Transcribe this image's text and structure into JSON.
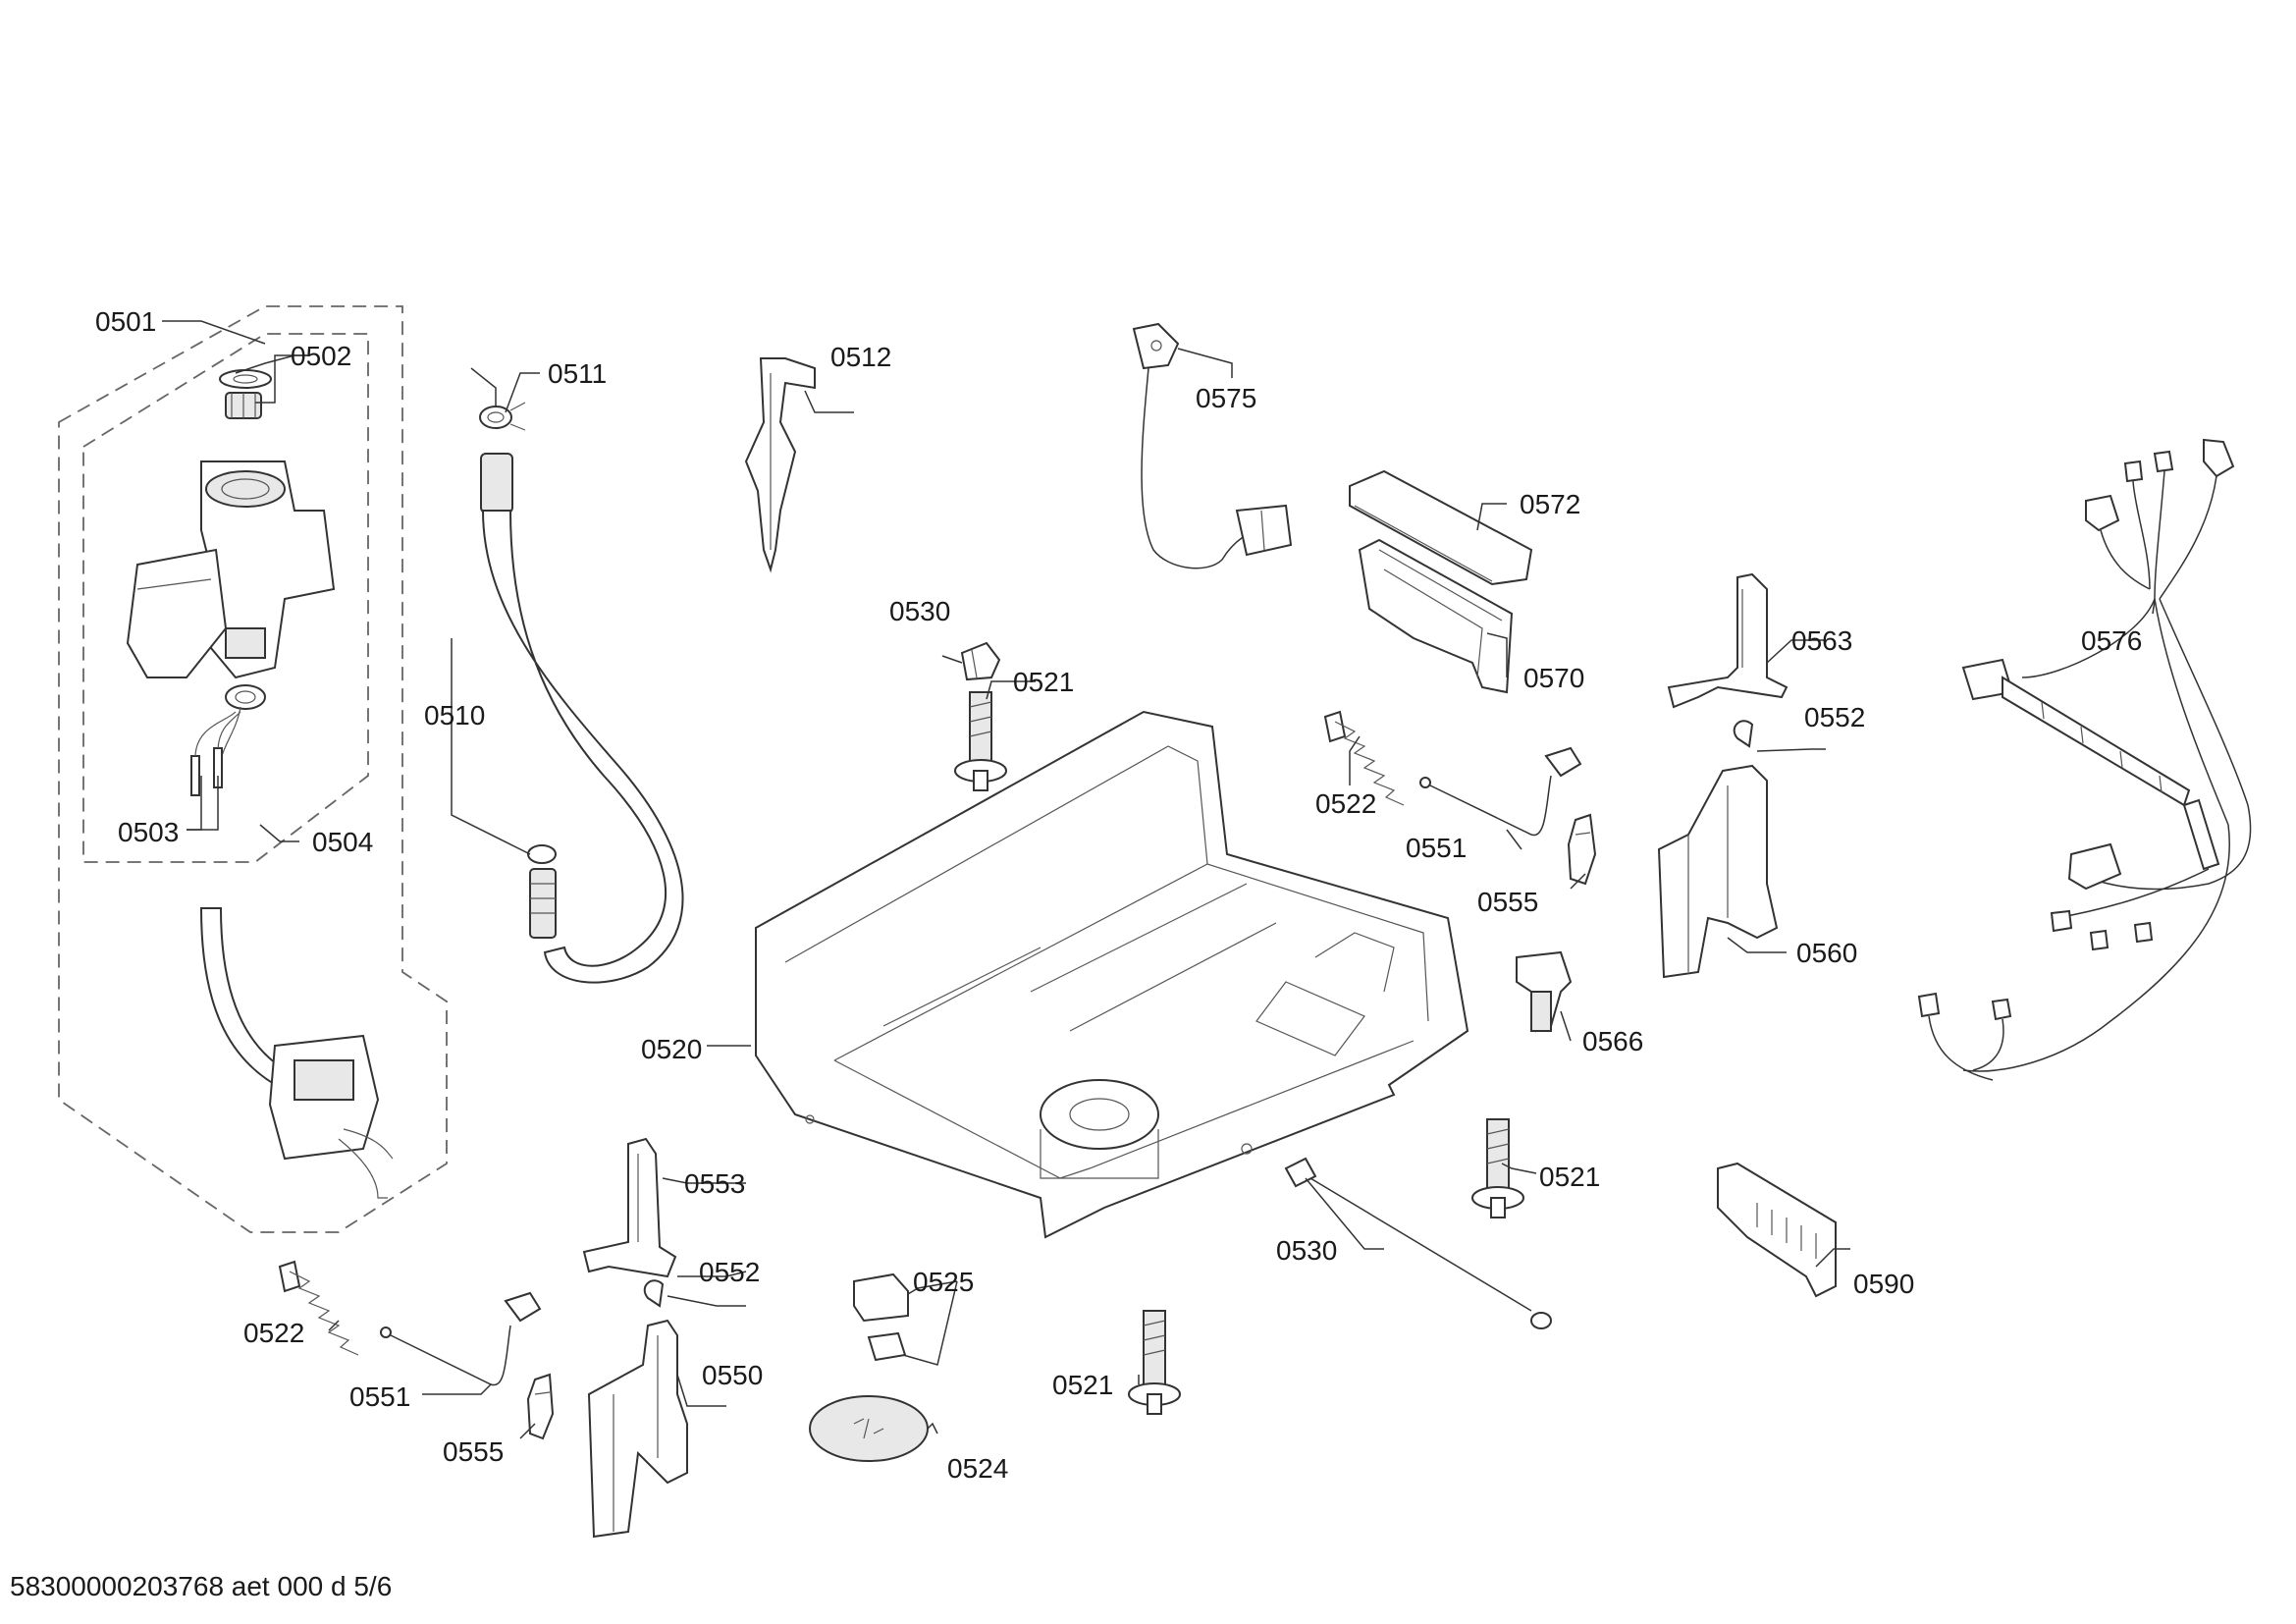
{
  "labels": {
    "l0501": "0501",
    "l0502": "0502",
    "l0503": "0503",
    "l0504": "0504",
    "l0510": "0510",
    "l0511": "0511",
    "l0512": "0512",
    "l0520": "0520",
    "l0521a": "0521",
    "l0521b": "0521",
    "l0521c": "0521",
    "l0522a": "0522",
    "l0522b": "0522",
    "l0524": "0524",
    "l0525": "0525",
    "l0530a": "0530",
    "l0530b": "0530",
    "l0550": "0550",
    "l0551a": "0551",
    "l0551b": "0551",
    "l0552a": "0552",
    "l0552b": "0552",
    "l0553": "0553",
    "l0555a": "0555",
    "l0555b": "0555",
    "l0560": "0560",
    "l0563": "0563",
    "l0566": "0566",
    "l0570": "0570",
    "l0572": "0572",
    "l0575": "0575",
    "l0576": "0576",
    "l0590": "0590"
  },
  "footer": "58300000203768 aet 000 d 5/6"
}
